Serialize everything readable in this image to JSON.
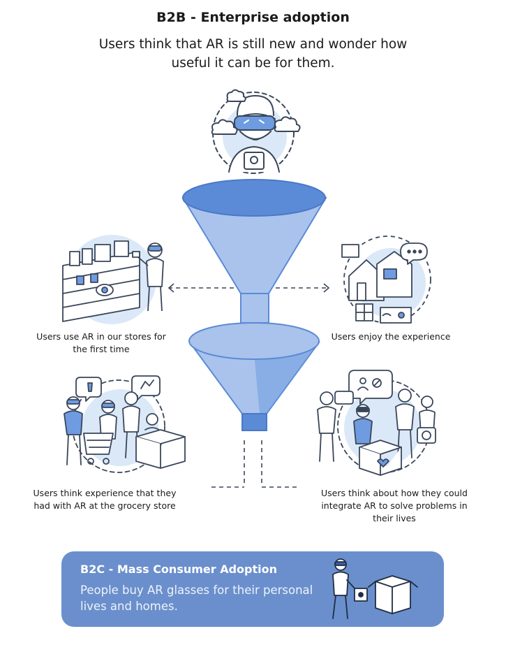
{
  "header": {
    "title": "B2B - Enterprise adoption",
    "subtitle": "Users think that AR is still new and wonder how useful it can be for them."
  },
  "stages": {
    "top_left": "Users use AR in our stores for the first time",
    "top_right": "Users enjoy the experience",
    "bottom_left": "Users think experience that they had with AR at the grocery store",
    "bottom_right": "Users think about how they could integrate AR to solve problems in their lives"
  },
  "b2c": {
    "title": "B2C - Mass Consumer Adoption",
    "body": "People buy AR glasses for their personal lives and homes."
  },
  "colors": {
    "funnel_fill": "#a9c3ec",
    "funnel_rim": "#5b8ad6",
    "funnel_dark": "#6f9be0",
    "outline": "#39465a",
    "accent_bg": "#dbe8f7",
    "b2c_box": "#6a8fcc"
  },
  "icons": [
    "vr-headset-person-icon",
    "funnel-icon",
    "store-shelves-icon",
    "smart-home-icon",
    "grocery-shoppers-icon",
    "ar-collaboration-icon",
    "person-with-box-icon"
  ]
}
